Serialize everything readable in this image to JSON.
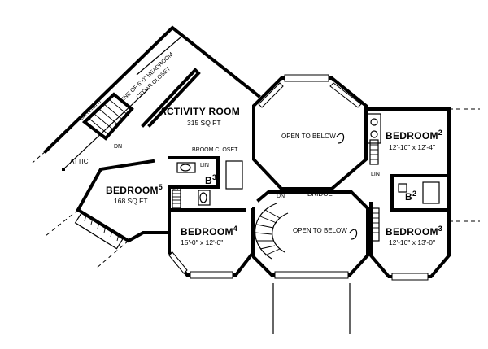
{
  "rooms": {
    "activity_room": {
      "name": "ACTIVITY ROOM",
      "area": "315 SQ FT"
    },
    "bedroom2": {
      "name": "BEDROOM",
      "num": "2",
      "dims": "12'-10\" x 12'-4\""
    },
    "bedroom3": {
      "name": "BEDROOM",
      "num": "3",
      "dims": "12'-10\" x 13'-0\""
    },
    "bedroom4": {
      "name": "BEDROOM",
      "num": "4",
      "dims": "15'-0\" x 12'-0\""
    },
    "bedroom5": {
      "name": "BEDROOM",
      "num": "5",
      "area": "168 SQ FT"
    },
    "bath3": {
      "name": "B",
      "num": "3"
    },
    "bath2": {
      "name": "B",
      "num": "2"
    }
  },
  "labels": {
    "open_to_below_upper": "OPEN TO BELOW",
    "open_to_below_lower": "OPEN TO BELOW",
    "bridge": "BRIDGE",
    "attic": "ATTIC",
    "cedar_closet": "CEDAR CLOSET",
    "headroom_line": "LINE OF 5'-0\" HEADROOM",
    "skylight": "SKYLIGHT",
    "broom_closet": "BROOM CLOSET",
    "lin_1": "LIN",
    "lin_2": "LIN",
    "lin_3": "LIN",
    "dn_1": "DN",
    "dn_2": "DN"
  }
}
